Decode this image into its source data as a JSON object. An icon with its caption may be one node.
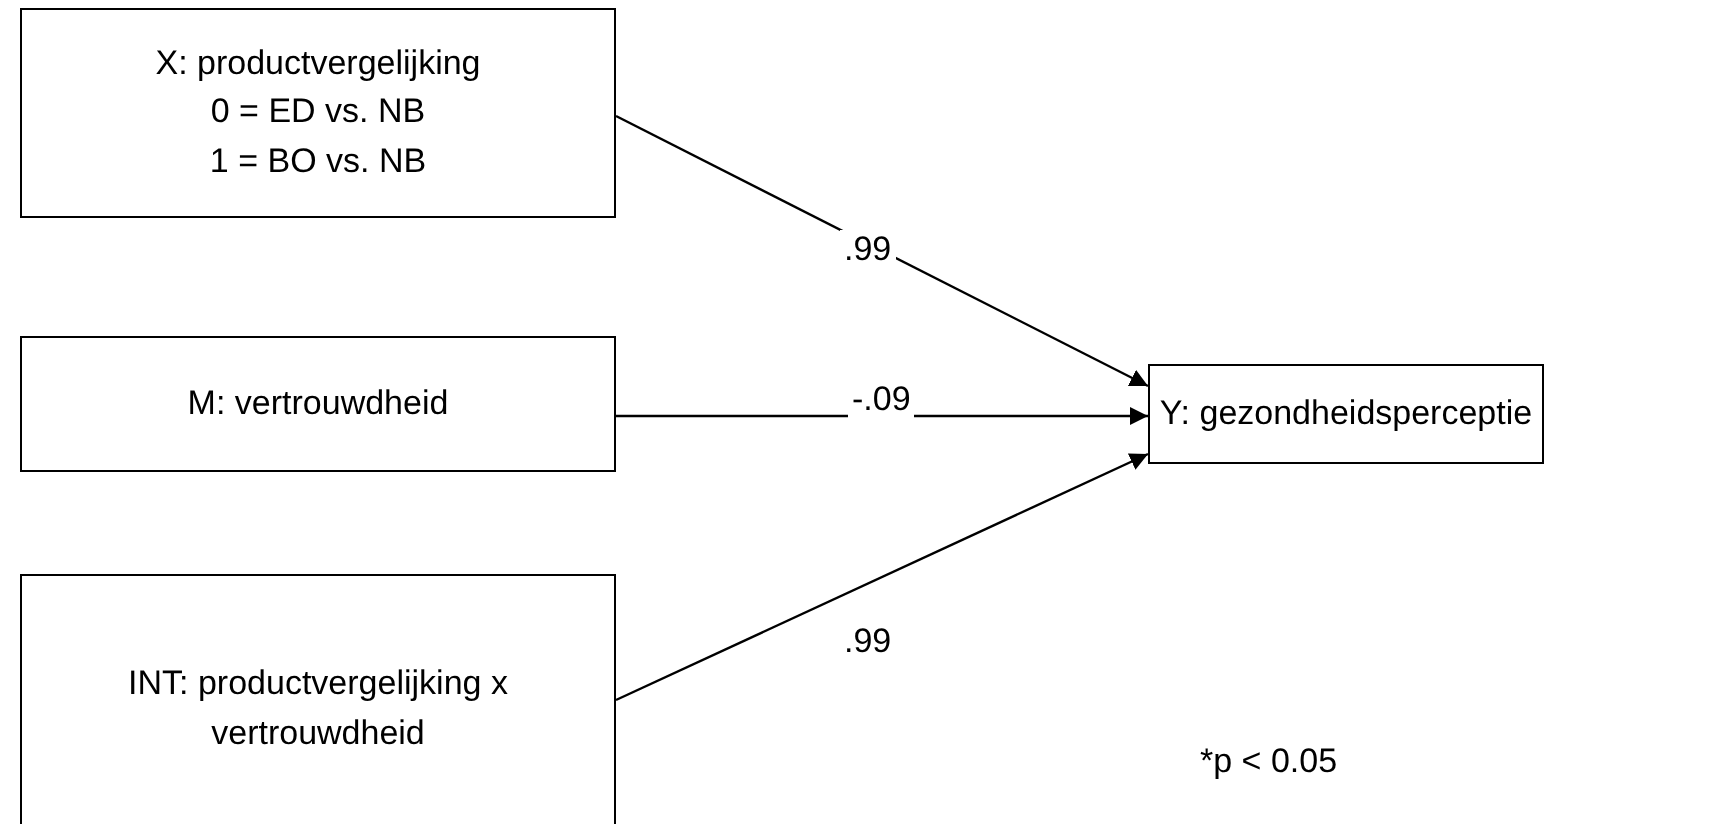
{
  "diagram": {
    "nodes": [
      {
        "text": [
          "X: productvergelijking",
          "0 = ED vs. NB",
          "1 = BO vs. NB"
        ]
      },
      {
        "text": [
          "M: vertrouwdheid"
        ]
      },
      {
        "text": [
          "INT: productvergelijking x vertrouwdheid"
        ]
      },
      {
        "text": [
          "Y: gezondheidsperceptie"
        ]
      }
    ],
    "edges": [
      {
        "from": 0,
        "to": 3,
        "arrow": "to",
        "label": ".99"
      },
      {
        "from": 1,
        "to": 3,
        "arrow": "to",
        "label": "-.09"
      },
      {
        "from": 2,
        "to": 3,
        "arrow": "to",
        "label": ".99"
      }
    ],
    "labels": [
      "*p < 0.05"
    ]
  }
}
